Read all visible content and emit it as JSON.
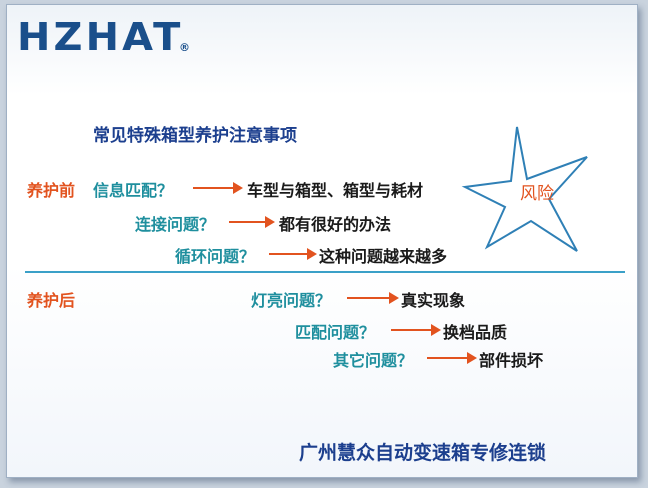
{
  "brand": {
    "logo": "HZHAT",
    "registered": "®"
  },
  "heading": "常见特殊箱型养护注意事项",
  "before": {
    "label": "养护前",
    "rows": [
      {
        "question": "信息匹配？",
        "answer": "车型与箱型、箱型与耗材"
      },
      {
        "question": "连接问题？",
        "answer": "都有很好的办法"
      },
      {
        "question": "循环问题？",
        "answer": "这种问题越来越多"
      }
    ]
  },
  "after": {
    "label": "养护后",
    "rows": [
      {
        "question": "灯亮问题？",
        "answer": "真实现象"
      },
      {
        "question": "匹配问题？",
        "answer": "换档品质"
      },
      {
        "question": "其它问题？",
        "answer": "部件损坏"
      }
    ]
  },
  "star": {
    "label": "风险",
    "icon": "star-outline-icon"
  },
  "footer": "广州慧众自动变速箱专修连锁",
  "colors": {
    "brand": "#1a4f8b",
    "accent_orange": "#e2531f",
    "teal": "#1f8f9e",
    "heading_blue": "#1c3f8e",
    "divider": "#3aa0c8"
  }
}
